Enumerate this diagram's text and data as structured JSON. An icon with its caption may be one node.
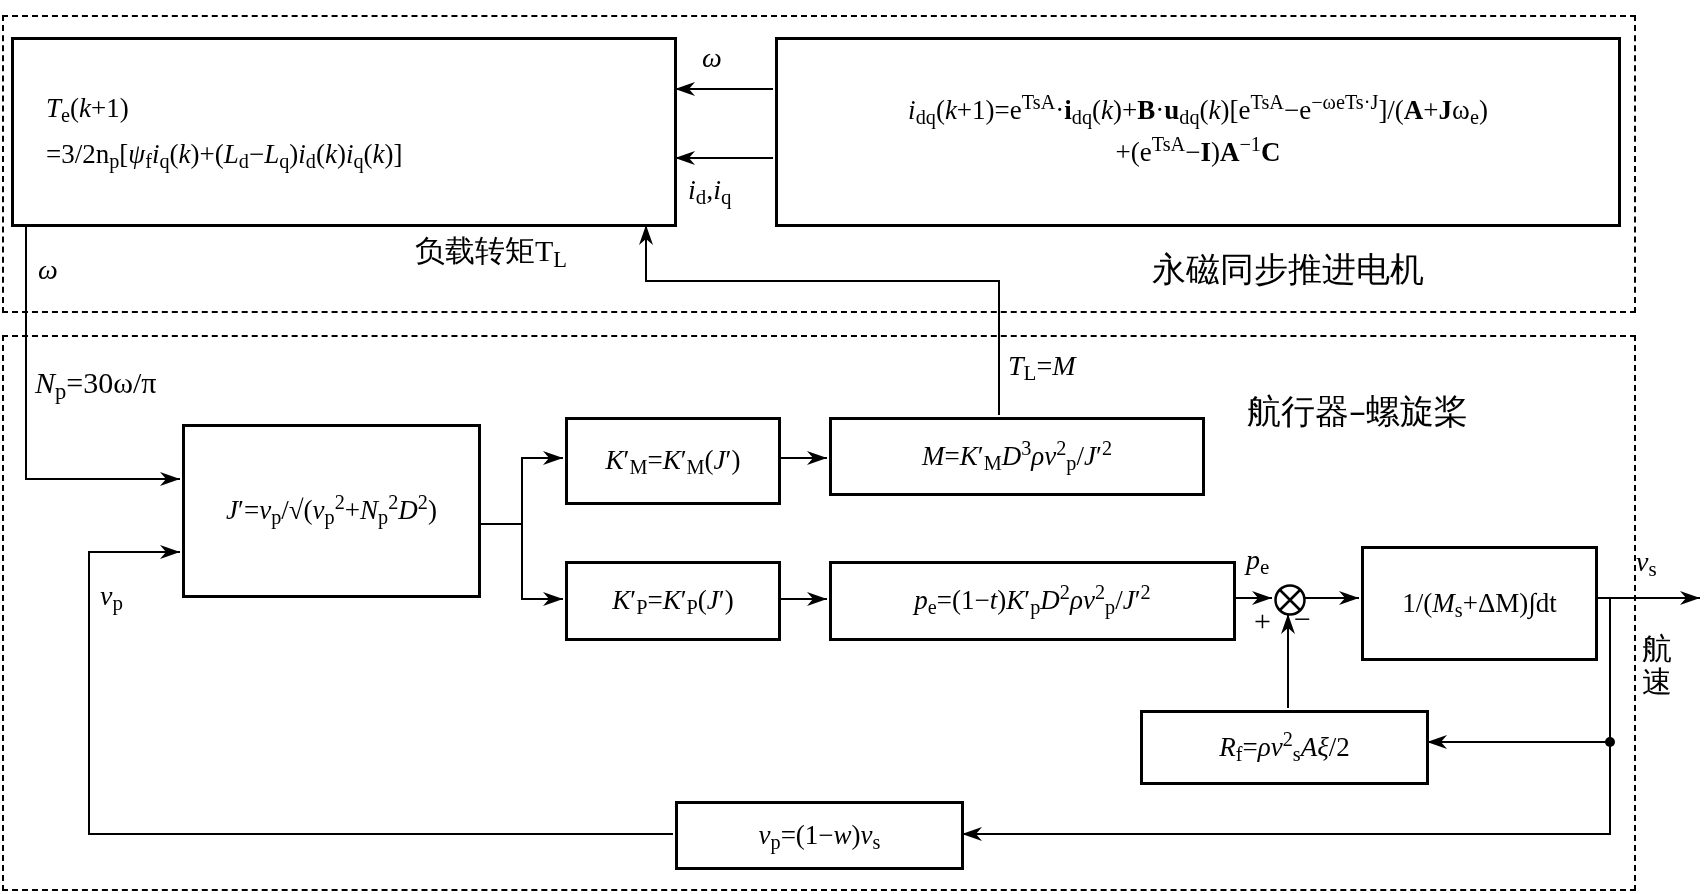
{
  "diagram": {
    "nodes": [
      {
        "text": [
          "永磁同步推进电机"
        ]
      },
      {
        "text": [
          "*T*$_{e}$(*k*+1)",
          "=3/2n$_{p}$[*ψ*$_{f}$*i*$_{q}$(*k*)+(*L*$_{d}$−*L*$_{q}$)*i*$_{d}$(*k*)*i*$_{q}$(*k*)]"
        ],
        "in": 0
      },
      {
        "text": [
          "*i*$_{dq}$(*k*+1)=e$^{TsA}$·**i**$_{dq}$(*k*)+**B**·**u**$_{dq}$(*k*)[e$^{TsA}$−e$^{−ωeTs·J}$]/(**A**+**J**ω$_{e}$)",
          "+(e$^{TsA}$−**I**)**A**$^{−1}$**C**"
        ],
        "in": 0
      },
      {
        "text": [
          "航行器–螺旋桨"
        ]
      },
      {
        "text": [
          "*J*′=*v*$_{p}$/√(*v*$_{p}$$^{2}$+*N*$_{p}$$^{2}$*D*$^{2}$)"
        ],
        "in": 3
      },
      {
        "text": [
          "*K*′$_{M}$=*K*′$_{M}$(*J*′)"
        ],
        "in": 3
      },
      {
        "text": [
          "*K*′$_{P}$=*K*′$_{P}$(*J*′)"
        ],
        "in": 3
      },
      {
        "text": [
          "*M*=*K*′$_{M}$*D*$^{3}$*ρv*$^{2}$$_{p}$/*J*′$^{2}$"
        ],
        "in": 3
      },
      {
        "text": [
          "*p*$_{e}$=(1−*t*)*K*′$_{p}$*D*$^{2}$*ρv*$^{2}$$_{p}$/*J*′$^{2}$"
        ],
        "in": 3
      },
      {
        "text": [],
        "shape": "circle",
        "in": 3
      },
      {
        "text": [
          "1/(*M*$_{s}$+ΔM)∫dt"
        ],
        "in": 3
      },
      {
        "text": [
          "*R*$_{f}$=*ρv*$^{2}$$_{s}$*Aξ*/2"
        ],
        "in": 3
      },
      {
        "text": [
          "*v*$_{p}$=(1−*w*)*v*$_{s}$"
        ],
        "in": 3
      }
    ],
    "edges": [
      {
        "from": 2,
        "to": 1,
        "arrow": "to",
        "label": "*ω*"
      },
      {
        "from": 2,
        "to": 1,
        "arrow": "to",
        "label": "*i*$_{d}$,*i*$_{q}$"
      },
      {
        "from": 1,
        "to": 4,
        "arrow": "to",
        "label": "*ω*"
      },
      {
        "from": 7,
        "to": 1,
        "arrow": "to",
        "label": "*T*$_{L}$=*M*"
      },
      {
        "from": 4,
        "to": 5,
        "arrow": "to"
      },
      {
        "from": 4,
        "to": 6,
        "arrow": "to"
      },
      {
        "from": 5,
        "to": 7,
        "arrow": "to"
      },
      {
        "from": 6,
        "to": 8,
        "arrow": "to"
      },
      {
        "from": 8,
        "to": 9,
        "arrow": "to",
        "label": "*p*$_{e}$"
      },
      {
        "from": 11,
        "to": 9,
        "arrow": "to"
      },
      {
        "from": 9,
        "to": 10,
        "arrow": "to"
      },
      {
        "from": 10,
        "to": null,
        "arrow": "to",
        "label": "*v*$_{s}$"
      },
      {
        "from": 10,
        "to": 11,
        "arrow": "to"
      },
      {
        "from": 10,
        "to": 12,
        "arrow": "to"
      },
      {
        "from": 12,
        "to": 4,
        "arrow": "to",
        "label": "*v*$_{p}$"
      }
    ],
    "labels": [
      "负载转矩T$_{L}$",
      "*N*$_{p}$=30ω/π",
      "+",
      "−",
      "航速"
    ]
  }
}
